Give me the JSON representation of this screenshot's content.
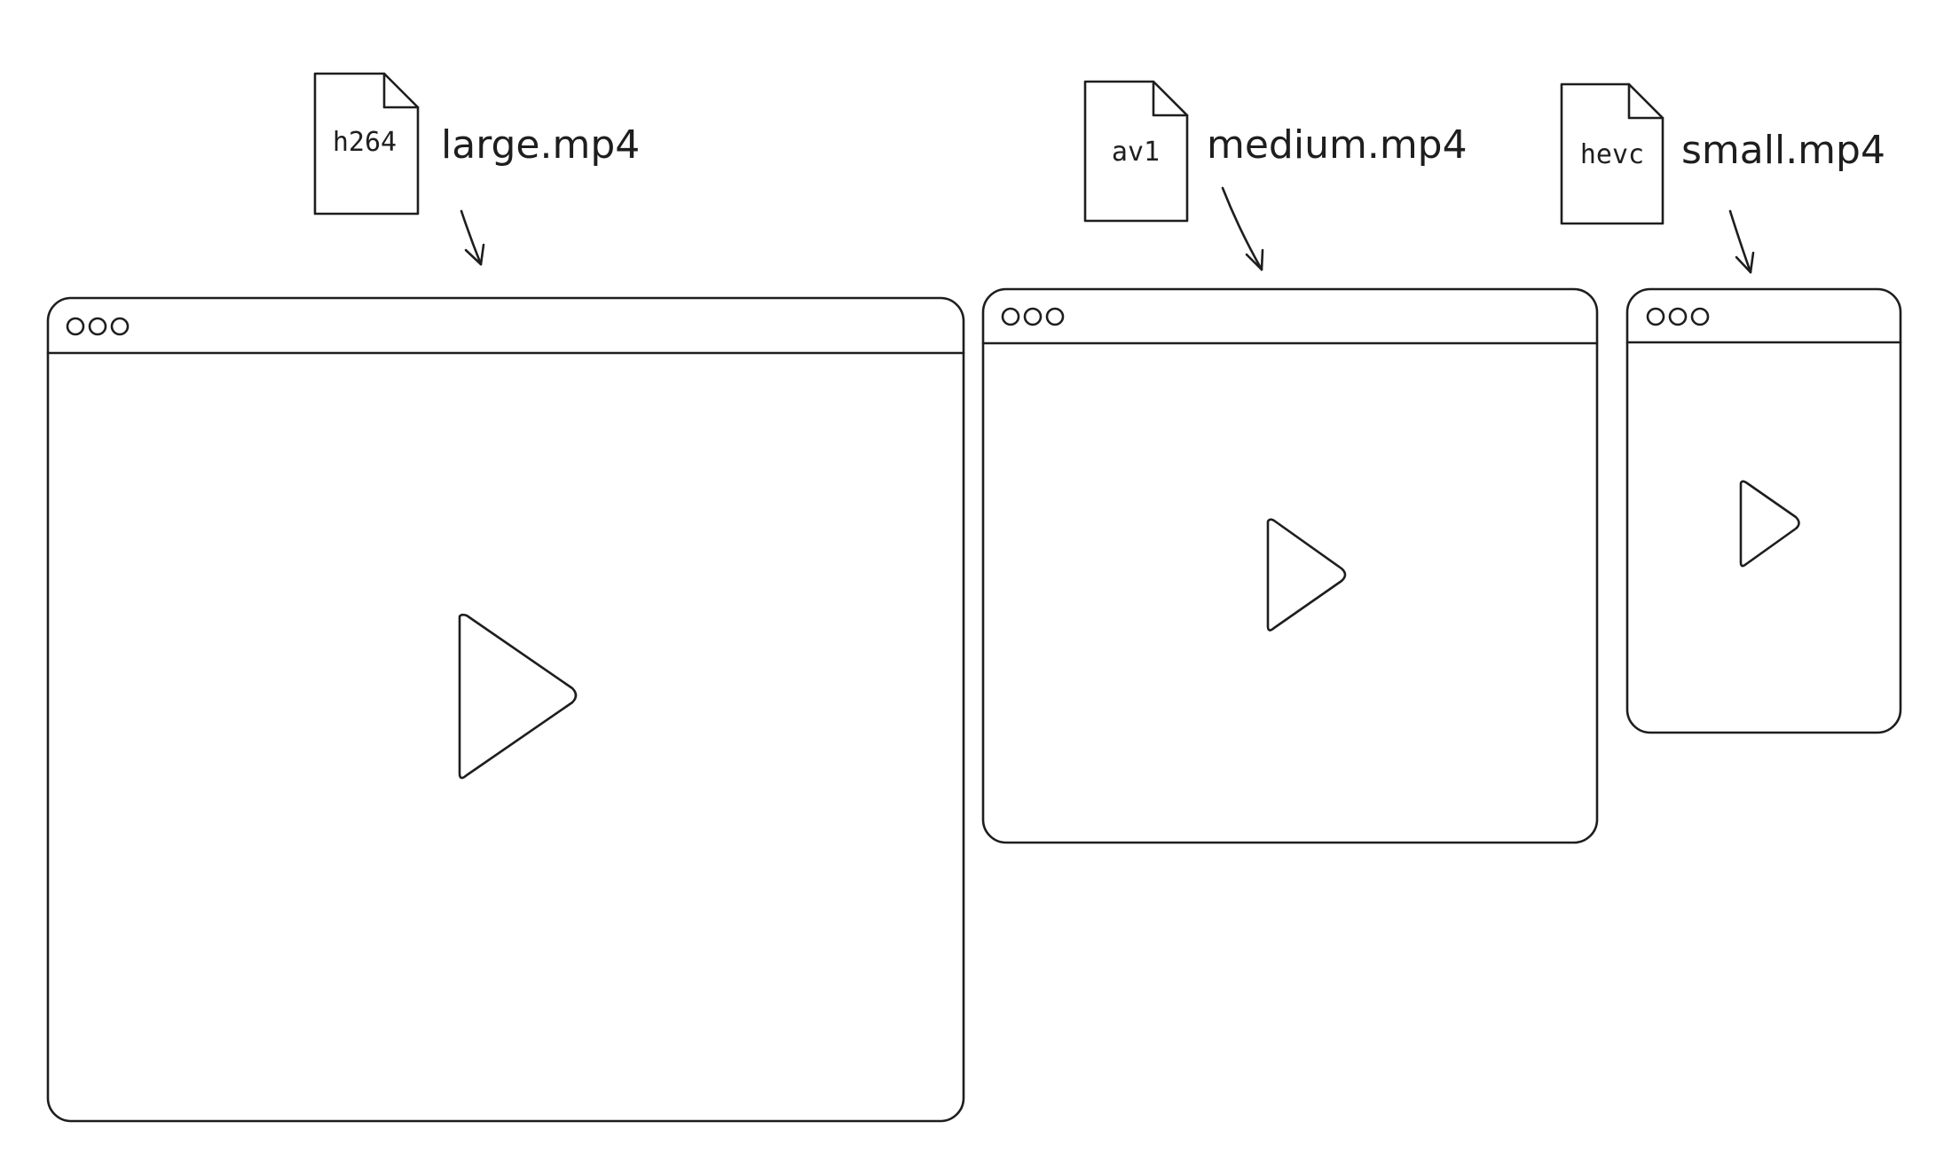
{
  "files": [
    {
      "codec": "h264",
      "filename": "large.mp4"
    },
    {
      "codec": "av1",
      "filename": "medium.mp4"
    },
    {
      "codec": "hevc",
      "filename": "small.mp4"
    }
  ],
  "colors": {
    "stroke": "#1e1e1e",
    "background": "#ffffff"
  },
  "icons": [
    "file-icon",
    "arrow-down-icon",
    "window-dots-icon",
    "play-icon"
  ]
}
